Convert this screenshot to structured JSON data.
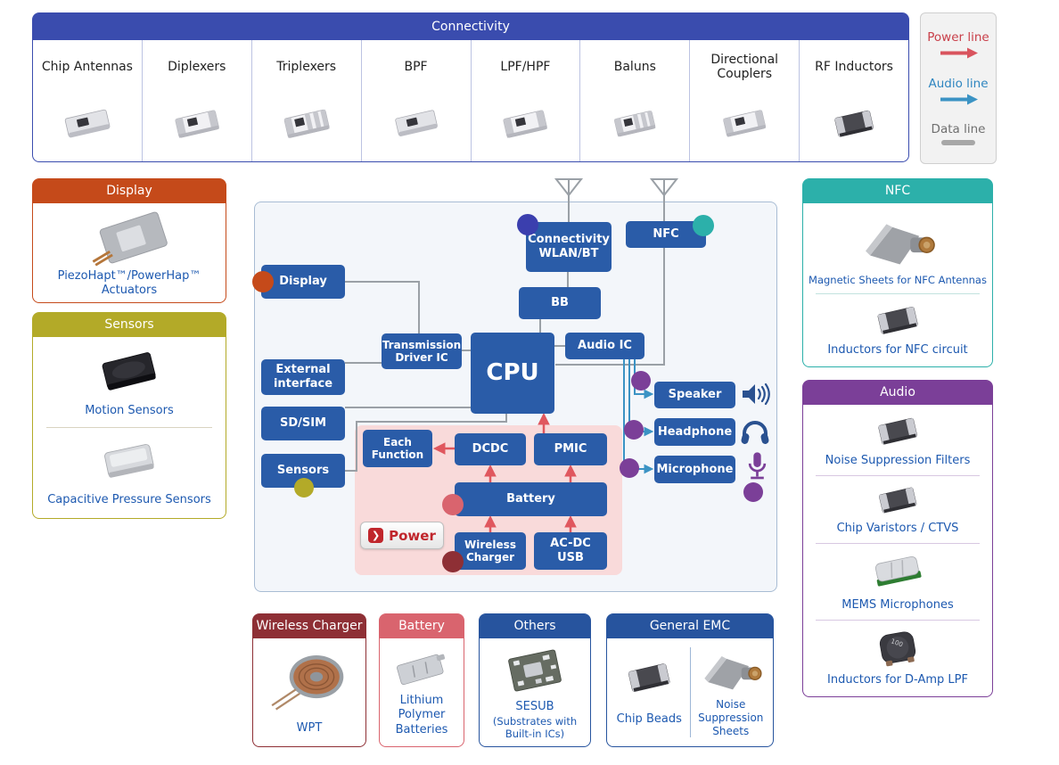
{
  "palette": {
    "connectivity_header": "#3a4cae",
    "block_blue": "#2a5ca8",
    "display_accent": "#c54a1a",
    "sensors_accent": "#b3aa28",
    "nfc_accent": "#2cb0aa",
    "audio_accent": "#7b3f98",
    "wireless_charger_accent": "#8e2f35",
    "battery_accent": "#d9646e",
    "navy_accent": "#27549e",
    "power_line_color": "#e0575e",
    "audio_line_color": "#3b93c4",
    "data_line_color": "#9aa0a6",
    "link_text": "#1d59b0",
    "panel_bg": "#f3f6fa",
    "power_area_bg": "#f9dada",
    "node_purple": "#7b3f98",
    "node_indigo": "#3b3fae"
  },
  "connectivity": {
    "title": "Connectivity",
    "items": [
      {
        "label": "Chip Antennas"
      },
      {
        "label": "Diplexers"
      },
      {
        "label": "Triplexers"
      },
      {
        "label": "BPF"
      },
      {
        "label": "LPF/HPF"
      },
      {
        "label": "Baluns"
      },
      {
        "label": "Directional Couplers"
      },
      {
        "label": "RF Inductors"
      }
    ]
  },
  "legend": {
    "items": [
      {
        "label": "Power line"
      },
      {
        "label": "Audio line"
      },
      {
        "label": "Data line"
      }
    ]
  },
  "cards": {
    "display": {
      "title": "Display",
      "items": [
        {
          "label": "PiezoHapt™/PowerHap™ Actuators"
        }
      ]
    },
    "sensors": {
      "title": "Sensors",
      "items": [
        {
          "label": "Motion Sensors"
        },
        {
          "label": "Capacitive Pressure Sensors"
        }
      ]
    },
    "nfc": {
      "title": "NFC",
      "items": [
        {
          "label": "Magnetic Sheets for NFC Antennas"
        },
        {
          "label": "Inductors for NFC circuit"
        }
      ]
    },
    "audio": {
      "title": "Audio",
      "items": [
        {
          "label": "Noise Suppression Filters"
        },
        {
          "label": "Chip Varistors / CTVS"
        },
        {
          "label": "MEMS Microphones"
        },
        {
          "label": "Inductors for D-Amp LPF",
          "marking": "100"
        }
      ]
    },
    "wireless_charger": {
      "title": "Wireless Charger",
      "items": [
        {
          "label": "WPT"
        }
      ]
    },
    "battery": {
      "title": "Battery",
      "items": [
        {
          "label": "Lithium Polymer Batteries"
        }
      ]
    },
    "others": {
      "title": "Others",
      "items": [
        {
          "label": "SESUB",
          "sub": "(Substrates with Built-in ICs)"
        }
      ]
    },
    "general_emc": {
      "title": "General EMC",
      "items": [
        {
          "label": "Chip Beads"
        },
        {
          "label": "Noise Suppression Sheets"
        }
      ]
    }
  },
  "diagram": {
    "blocks": {
      "display": "Display",
      "connectivity_wlan_bt": "Connectivity WLAN/BT",
      "nfc": "NFC",
      "bb": "BB",
      "transmission_driver_ic": "Transmission Driver IC",
      "cpu": "CPU",
      "audio_ic": "Audio IC",
      "external_interface": "External interface",
      "sd_sim": "SD/SIM",
      "sensors": "Sensors",
      "each_function": "Each Function",
      "dcdc": "DCDC",
      "pmic": "PMIC",
      "battery": "Battery",
      "wireless_charger": "Wireless Charger",
      "ac_dc_usb": "AC-DC USB",
      "speaker": "Speaker",
      "headphone": "Headphone",
      "microphone": "Microphone"
    },
    "power_button_label": "Power",
    "power_chevron": "❯"
  }
}
